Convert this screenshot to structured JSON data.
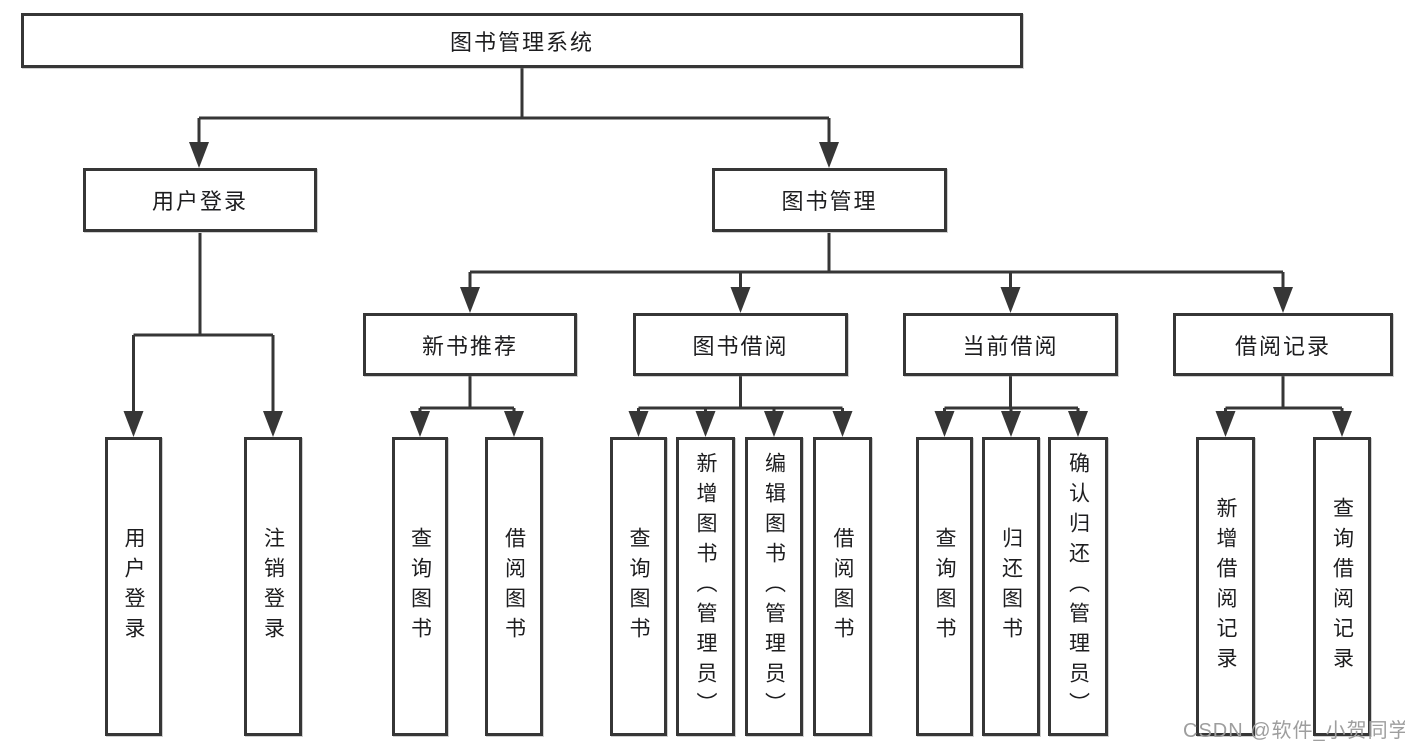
{
  "diagram": {
    "root": "图书管理系统",
    "level2": [
      "用户登录",
      "图书管理"
    ],
    "level3": [
      "新书推荐",
      "图书借阅",
      "当前借阅",
      "借阅记录"
    ],
    "leaves": [
      "用户登录",
      "注销登录",
      "查询图书",
      "借阅图书",
      "查询图书",
      "新增图书（管理员）",
      "编辑图书（管理员）",
      "借阅图书",
      "查询图书",
      "归还图书",
      "确认归还（管理员）",
      "新增借阅记录",
      "查询借阅记录"
    ]
  },
  "watermark": "CSDN @软件_小贺同学",
  "colors": {
    "line": "#363636",
    "text": "#1d1d1f",
    "watermark": "#9e9e9e",
    "background": "#ffffff"
  }
}
